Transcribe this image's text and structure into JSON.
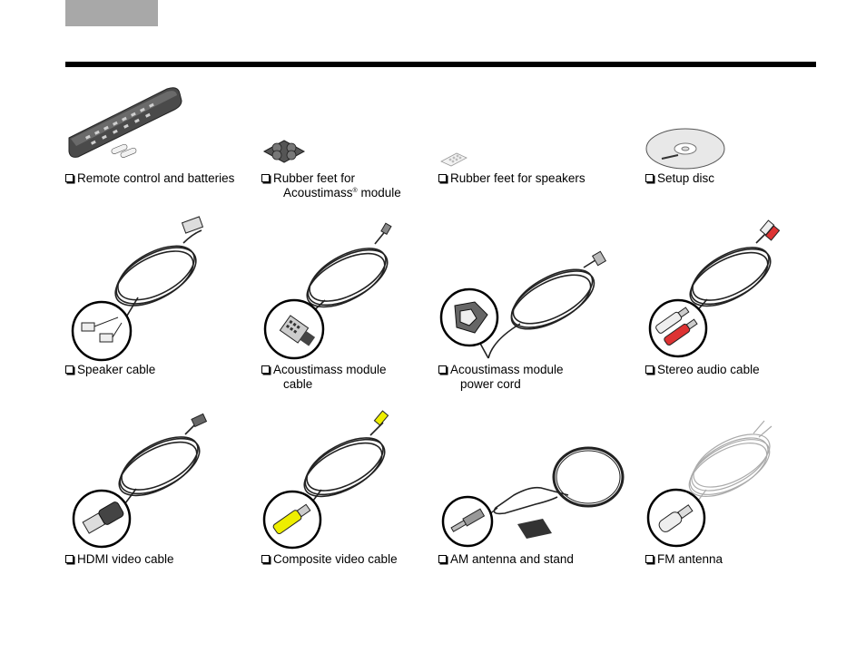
{
  "items": [
    {
      "label": "Remote control and batteries",
      "icon": "remote-control-icon"
    },
    {
      "label": "Rubber feet for",
      "label2": "Acoustimass",
      "label2_sup": "®",
      "label2_end": " module",
      "icon": "rubber-feet-module-icon"
    },
    {
      "label": "Rubber feet for speakers",
      "icon": "rubber-feet-speakers-icon"
    },
    {
      "label": "Setup disc",
      "icon": "disc-icon"
    },
    {
      "label": "Speaker cable",
      "icon": "speaker-cable-icon"
    },
    {
      "label": "Acoustimass module",
      "label2": "cable",
      "icon": "acoustimass-cable-icon"
    },
    {
      "label": "Acoustimass module",
      "label2": "power cord",
      "icon": "power-cord-icon"
    },
    {
      "label": "Stereo audio cable",
      "icon": "stereo-cable-icon"
    },
    {
      "label": "HDMI video cable",
      "icon": "hdmi-cable-icon"
    },
    {
      "label": "Composite video cable",
      "icon": "composite-cable-icon"
    },
    {
      "label": "AM antenna and stand",
      "icon": "am-antenna-icon"
    },
    {
      "label": "FM antenna",
      "icon": "fm-antenna-icon"
    }
  ]
}
